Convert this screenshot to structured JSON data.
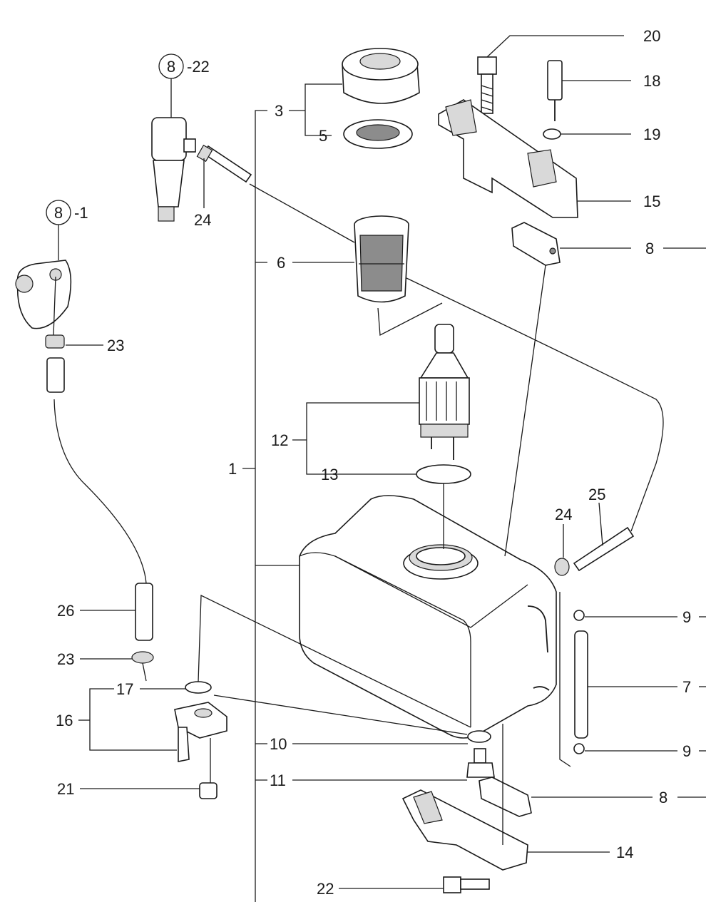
{
  "refs": {
    "ref_a": {
      "circle": "8",
      "suffix": "-22"
    },
    "ref_b": {
      "circle": "8",
      "suffix": "-1"
    }
  },
  "labels": {
    "p20": "20",
    "p18": "18",
    "p19": "19",
    "p15": "15",
    "p8a": "8",
    "p3": "3",
    "p5": "5",
    "p6": "6",
    "p12": "12",
    "p13": "13",
    "p1": "1",
    "p24a": "24",
    "p24b": "24",
    "p25": "25",
    "p23a": "23",
    "p23b": "23",
    "p26": "26",
    "p17": "17",
    "p16": "16",
    "p21": "21",
    "p10": "10",
    "p11": "11",
    "p9a": "9",
    "p7": "7",
    "p9b": "9",
    "p8b": "8",
    "p14": "14",
    "p22": "22"
  }
}
